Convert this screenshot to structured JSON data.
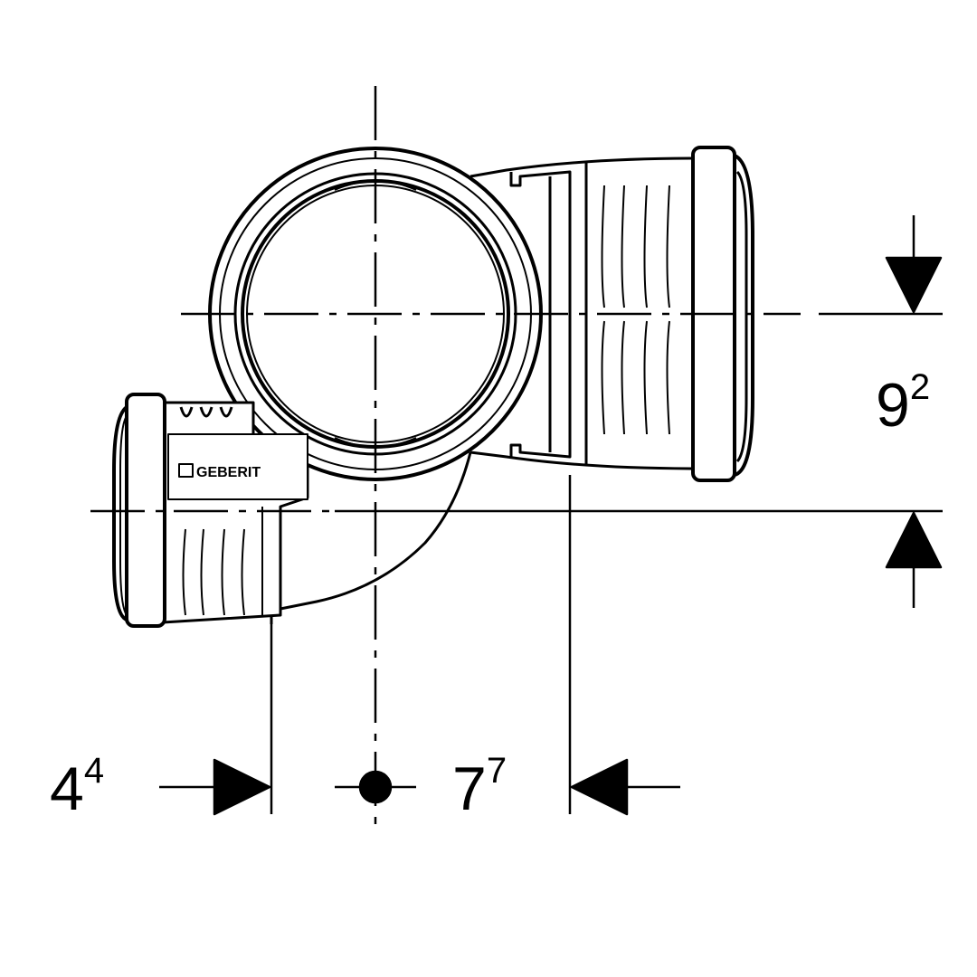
{
  "drawing": {
    "brand_logo": "GEBERIT",
    "dimensions": [
      {
        "id": "left-offset",
        "value": "4",
        "superscript": "4"
      },
      {
        "id": "right-offset",
        "value": "7",
        "superscript": "7"
      },
      {
        "id": "vertical-offset",
        "value": "9",
        "superscript": "2"
      }
    ]
  }
}
